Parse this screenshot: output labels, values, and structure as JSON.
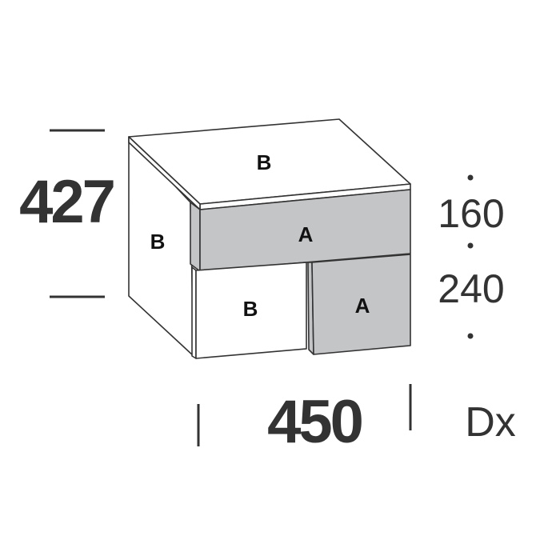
{
  "diagram": {
    "height_label": "427",
    "width_label": "450",
    "side_label": "Dx",
    "module_heights": [
      "160",
      "240"
    ],
    "panels": {
      "top": "B",
      "side": "B",
      "upper_drawer": "A",
      "lower_left_door": "B",
      "lower_right_door": "A"
    },
    "colors": {
      "finish_a": "#c4c5c7",
      "finish_b": "#ffffff",
      "line": "#333333"
    }
  }
}
